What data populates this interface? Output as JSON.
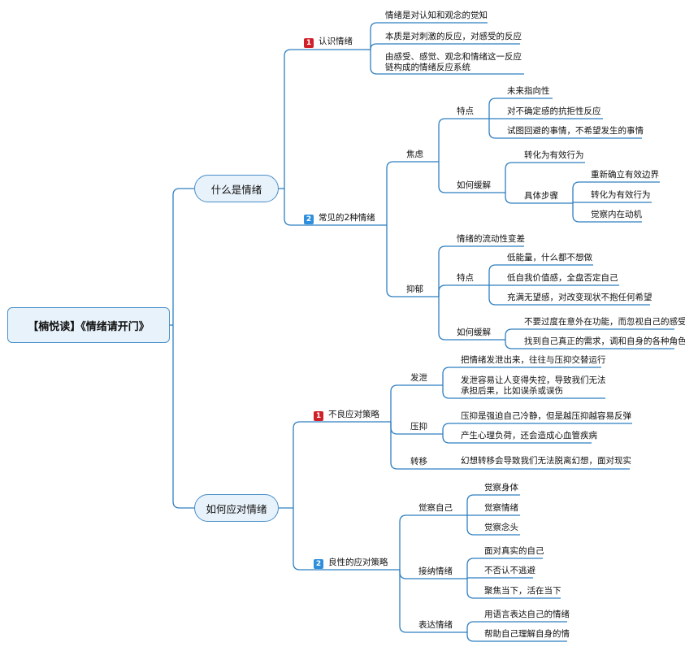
{
  "root": "【楠悦读】《情绪请开门》",
  "what": {
    "title": "什么是情绪",
    "cognition": {
      "num": "1",
      "label": "认识情绪",
      "items": [
        "情绪是对认知和观念的觉知",
        "本质是对刺激的反应，对感受的反应",
        "由感受、感觉、观念和情绪这一反应链构成的情绪反应系统"
      ]
    },
    "common": {
      "num": "2",
      "label": "常见的2种情绪",
      "anxiety": {
        "label": "焦虑",
        "traits_label": "特点",
        "traits": [
          "未来指向性",
          "对不确定感的抗拒性反应",
          "试图回避的事情，不希望发生的事情"
        ],
        "relief_label": "如何缓解",
        "relief_item": "转化为有效行为",
        "steps_label": "具体步骤",
        "steps": [
          "重新确立有效边界",
          "转化为有效行为",
          "觉察内在动机"
        ]
      },
      "depression": {
        "label": "抑郁",
        "fluidity": "情绪的流动性变差",
        "traits_label": "特点",
        "traits": [
          "低能量，什么都不想做",
          "低自我价值感，全盘否定自己",
          "充满无望感，对改变现状不抱任何希望"
        ],
        "relief_label": "如何缓解",
        "relief": [
          "不要过度在意外在功能，而忽视自己的感受",
          "找到自己真正的需求，调和自身的各种角色"
        ]
      }
    }
  },
  "how": {
    "title": "如何应对情绪",
    "bad": {
      "num": "1",
      "label": "不良应对策略",
      "vent": {
        "label": "发泄",
        "items": [
          "把情绪发泄出来，往往与压抑交替运行",
          "发泄容易让人变得失控，导致我们无法承担后果，比如误杀或误伤"
        ]
      },
      "suppress": {
        "label": "压抑",
        "items": [
          "压抑是强迫自己冷静，但是越压抑越容易反弹",
          "产生心理负荷，还会造成心血管疾病"
        ]
      },
      "shift": {
        "label": "转移",
        "items": [
          "幻想转移会导致我们无法脱离幻想，面对现实"
        ]
      }
    },
    "good": {
      "num": "2",
      "label": "良性的应对策略",
      "aware": {
        "label": "觉察自己",
        "items": [
          "觉察身体",
          "觉察情绪",
          "觉察念头"
        ]
      },
      "accept": {
        "label": "接纳情绪",
        "items": [
          "面对真实的自己",
          "不否认不逃避",
          "聚焦当下，活在当下"
        ]
      },
      "express": {
        "label": "表达情绪",
        "items": [
          "用语言表达自己的情绪",
          "帮助自己理解自身的情"
        ]
      }
    }
  },
  "colors": {
    "line": "#2f7fc1",
    "badge_red": "#d0202a",
    "badge_blue": "#2f8fdd",
    "node_fill": "#e8f2fa"
  }
}
